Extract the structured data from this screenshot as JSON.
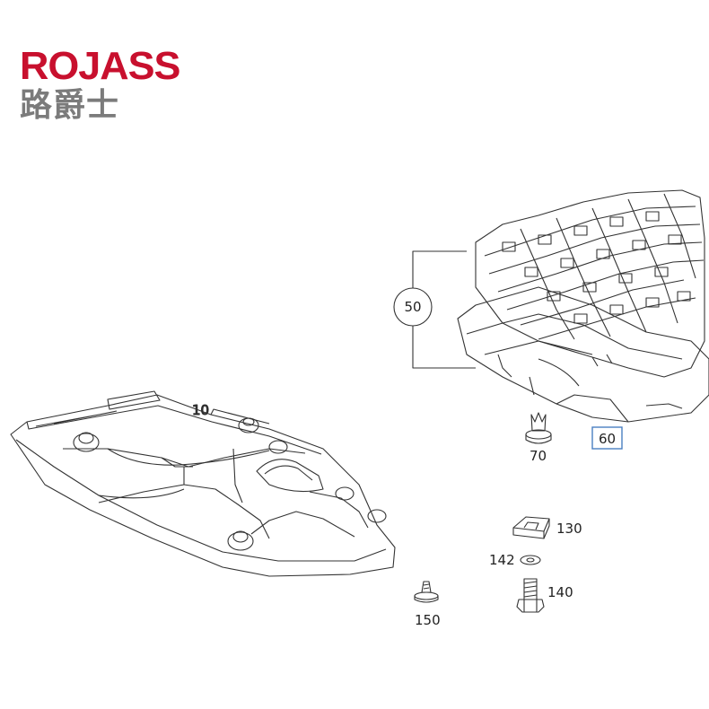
{
  "brand": {
    "name_en": "ROJASS",
    "name_cn": "路爵士",
    "color_en": "#c8102e",
    "color_cn": "#7b7b7b"
  },
  "callouts": {
    "c10": "10",
    "c50": "50",
    "c60": "60",
    "c70": "70",
    "c130": "130",
    "c142": "142",
    "c140": "140",
    "c150": "150"
  },
  "colors": {
    "line": "#333333",
    "highlight_box": "#4a7fc1"
  }
}
